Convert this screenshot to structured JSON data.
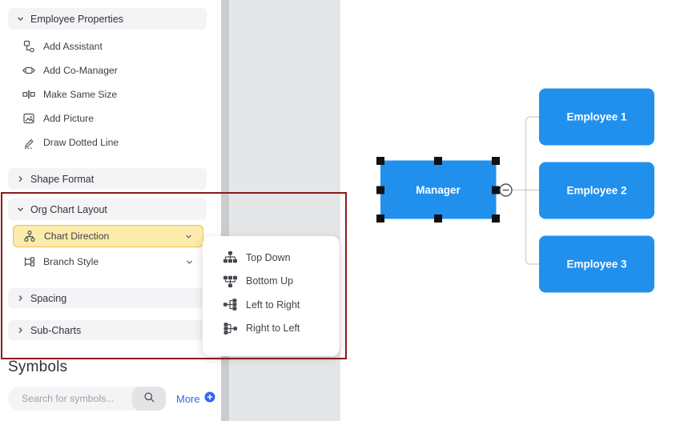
{
  "sidebar": {
    "panels": [
      {
        "label": "Employee Properties",
        "expanded": true
      },
      {
        "label": "Shape Format",
        "expanded": false
      },
      {
        "label": "Org Chart Layout",
        "expanded": true
      },
      {
        "label": "Spacing",
        "expanded": false
      },
      {
        "label": "Sub-Charts",
        "expanded": false
      }
    ],
    "employee_properties_items": [
      {
        "icon": "add-assistant-icon",
        "label": "Add Assistant"
      },
      {
        "icon": "add-co-manager-icon",
        "label": "Add Co-Manager"
      },
      {
        "icon": "make-same-size-icon",
        "label": "Make Same Size"
      },
      {
        "icon": "add-picture-icon",
        "label": "Add Picture"
      },
      {
        "icon": "draw-dotted-line-icon",
        "label": "Draw Dotted Line"
      }
    ],
    "org_chart_layout_items": [
      {
        "icon": "chart-direction-icon",
        "label": "Chart Direction",
        "highlighted": true
      },
      {
        "icon": "branch-style-icon",
        "label": "Branch Style",
        "highlighted": false
      }
    ],
    "symbols": {
      "heading": "Symbols",
      "search_placeholder": "Search for symbols...",
      "more_label": "More",
      "more_icon": "plus-circle-icon"
    }
  },
  "dropdown": {
    "items": [
      {
        "icon": "top-down-icon",
        "label": "Top Down"
      },
      {
        "icon": "bottom-up-icon",
        "label": "Bottom Up"
      },
      {
        "icon": "left-to-right-icon",
        "label": "Left to Right"
      },
      {
        "icon": "right-to-left-icon",
        "label": "Right to Left"
      }
    ]
  },
  "canvas": {
    "nodes": [
      {
        "label": "Manager",
        "selected": true
      },
      {
        "label": "Employee 1",
        "selected": false
      },
      {
        "label": "Employee 2",
        "selected": false
      },
      {
        "label": "Employee 3",
        "selected": false
      }
    ],
    "collapse_button": "collapse-minus"
  },
  "colors": {
    "node_fill": "#2190ED",
    "highlight_bg": "#FBECAC",
    "highlight_border": "#E9C252",
    "annotation_red": "#8B1A1A",
    "link_blue": "#2E68F4",
    "panel_bg": "#F4F4F6",
    "gray_band": "#E5E6E8",
    "connector": "#D4D4D4"
  }
}
